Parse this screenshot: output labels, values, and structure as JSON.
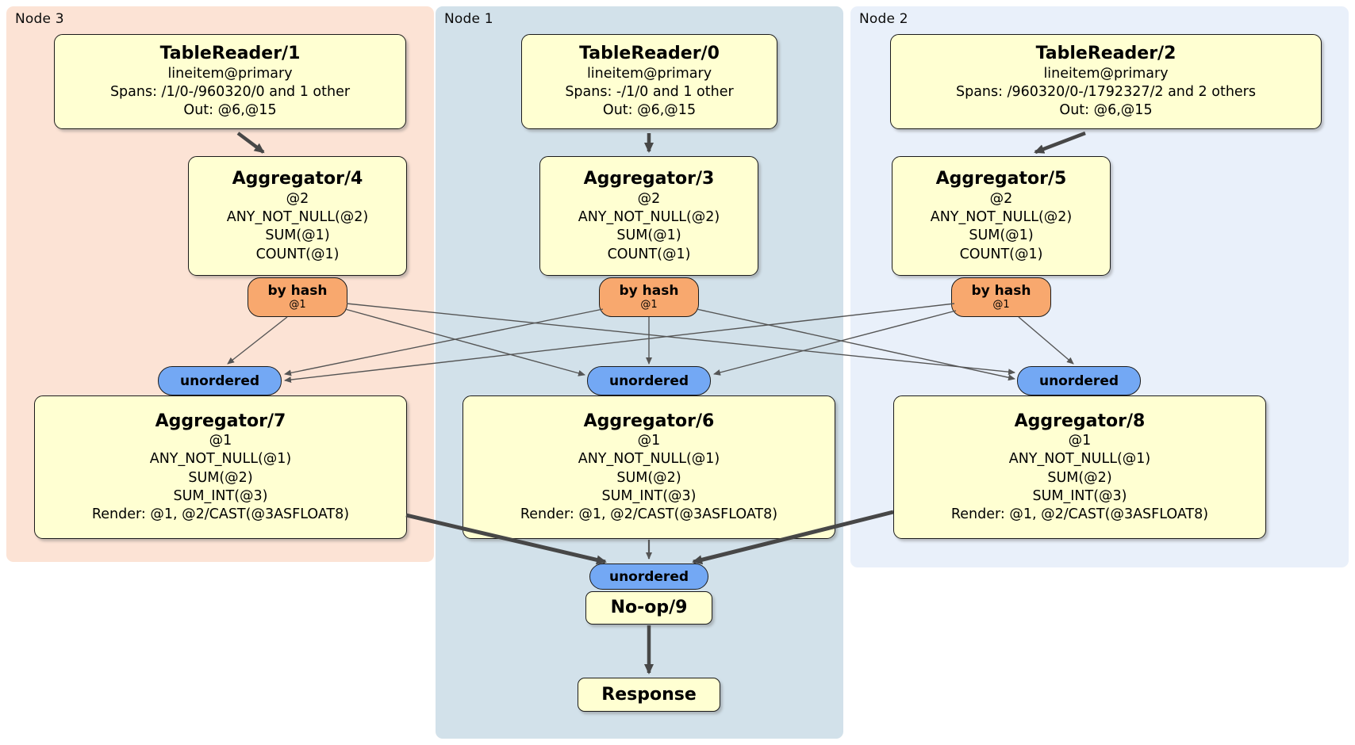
{
  "regions": {
    "node3": {
      "label": "Node 3"
    },
    "node1": {
      "label": "Node 1"
    },
    "node2": {
      "label": "Node 2"
    }
  },
  "colors": {
    "node3_bg": "#fce3d5",
    "node1_bg": "#d2e1ea",
    "node2_bg": "#e9f0fa",
    "box_bg": "#ffffd2",
    "by_hash_bg": "#f8a86e",
    "unordered_bg": "#73a8f4"
  },
  "processors": {
    "tr1": {
      "title": "TableReader/1",
      "lines": [
        "lineitem@primary",
        "Spans: /1/0-/960320/0 and 1 other",
        "Out: @6,@15"
      ]
    },
    "tr0": {
      "title": "TableReader/0",
      "lines": [
        "lineitem@primary",
        "Spans: -/1/0 and 1 other",
        "Out: @6,@15"
      ]
    },
    "tr2": {
      "title": "TableReader/2",
      "lines": [
        "lineitem@primary",
        "Spans: /960320/0-/1792327/2 and 2 others",
        "Out: @6,@15"
      ]
    },
    "agg4": {
      "title": "Aggregator/4",
      "lines": [
        "@2",
        "ANY_NOT_NULL(@2)",
        "SUM(@1)",
        "COUNT(@1)"
      ]
    },
    "agg3": {
      "title": "Aggregator/3",
      "lines": [
        "@2",
        "ANY_NOT_NULL(@2)",
        "SUM(@1)",
        "COUNT(@1)"
      ]
    },
    "agg5": {
      "title": "Aggregator/5",
      "lines": [
        "@2",
        "ANY_NOT_NULL(@2)",
        "SUM(@1)",
        "COUNT(@1)"
      ]
    },
    "agg7": {
      "title": "Aggregator/7",
      "lines": [
        "@1",
        "ANY_NOT_NULL(@1)",
        "SUM(@2)",
        "SUM_INT(@3)",
        "Render: @1, @2/CAST(@3ASFLOAT8)"
      ]
    },
    "agg6": {
      "title": "Aggregator/6",
      "lines": [
        "@1",
        "ANY_NOT_NULL(@1)",
        "SUM(@2)",
        "SUM_INT(@3)",
        "Render: @1, @2/CAST(@3ASFLOAT8)"
      ]
    },
    "agg8": {
      "title": "Aggregator/8",
      "lines": [
        "@1",
        "ANY_NOT_NULL(@1)",
        "SUM(@2)",
        "SUM_INT(@3)",
        "Render: @1, @2/CAST(@3ASFLOAT8)"
      ]
    },
    "noop": {
      "title": "No-op/9"
    },
    "response": {
      "title": "Response"
    }
  },
  "badges": {
    "by_hash": {
      "label": "by hash",
      "detail": "@1"
    },
    "unordered": {
      "label": "unordered"
    }
  }
}
